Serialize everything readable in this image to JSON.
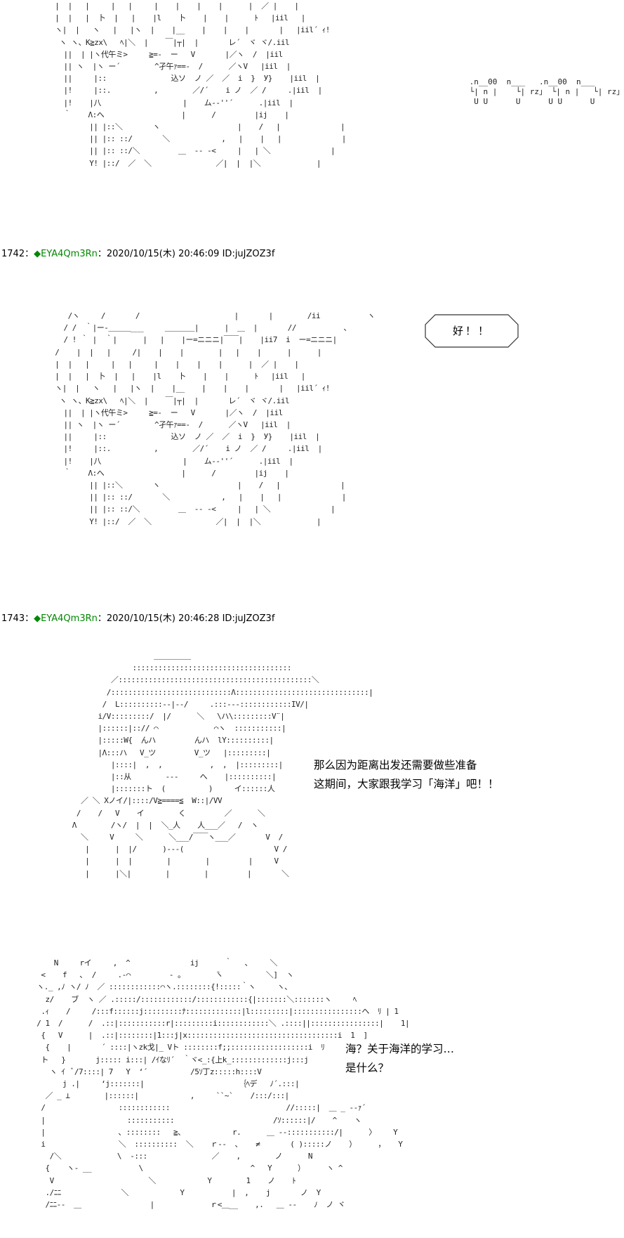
{
  "page": {
    "background": "#ffffff",
    "text_color": "#000000",
    "trip_color": "#008800"
  },
  "sfx_text": " .n__00  n___   .n__00  n___\n └| n |    └| rz」 └| n |   └| rz」\n  U U      U      U U      U",
  "posts": [
    {
      "number": "1742",
      "separator": "：",
      "marker": "◆",
      "trip": "EYA4Qm3Rn",
      "datetime": "：2020/10/15(木) 20:46:09",
      "id": "ID:juJZOZ3f",
      "speech_bubble": "好！！"
    },
    {
      "number": "1743",
      "separator": "：",
      "marker": "◆",
      "trip": "EYA4Qm3Rn",
      "datetime": "：2020/10/15(木) 20:46:28",
      "id": "ID:juJZOZ3f",
      "dialog_1": "那么因为距离出发还需要做些准备\n这期间，大家跟我学习「海洋」吧！！",
      "dialog_2": "海？关于海洋的学习…\n是什么？"
    }
  ],
  "art": {
    "top_fragment": "  |  |   |     |   |     |    |    |    |      |  ／ |    |\n  |  |   |  卜  |   |    |l    卜    |    |      ﾄ   |iil   |\n  ヽ|  |   ヽ   |   |ヽ  |    |__    |    |    |       |   |iil´ ｨ!\n   ヽ ヽ、K≧zx\\   ﾍ|＼  |    ￣|┬|  |       レ´  ヾ ヾ/.iil\n    ||  | |ヽ代午ミ>     ≧=-  ー   V       |／ヽ  /  |iil\n    || ヽ  |ヽ ー´        ^孑午ｧ==-  /      ／ヽV   |iil  |\n    ||     |::               込ソ  ノ ／  ／  i  }  У}    |iil  |\n    |!     |::.          ,        ／/´    i ノ  ／ /     .|iil  |\n    |!    |八                   |    ム-‐''´      .|iil  |\n    ｀    Λ:へ                  |      /         |ij    |\n          || |::＼       ヽ                  |    /   |              |\n          || |:: ::/       ＼            ,   |    |   |              |\n          || |:: ::/＼         ＿  -- ‐<     |   | ＼              |\n          Y! |::/  ／  ＼               ／|  |  |＼             |",
    "mid_fragment": "     /ヽ     /       /                      |       |        /ii           ヽ\n    / /  ｀|ー-＿＿＿___     ＿＿＿＿|      |  ＿  |       //           、\n    / ! ｀ |  ｀|      |   |    |ー=ニニニ|￣￣|    |ii7  i  ー=ニニニ|\n  /    |  |   |     /|    |    |        |   |    |      |      |",
    "third_head": "                         ＿＿＿＿＿\n                    :::::::::::::::::::::::::::::::::::::\n               ／:::::::::::::::::::::::::::::::::::::::::::::＼\n              /::::::::::::::::::::::::::::Λ:::::::::::::::::::::::::::::::|\n             /  L::::::::::--|--/     .:::---::::::::::::IV/|\n            i/V:::::::::/  |/      ＼   \\ハ\\:::::::::V¨|\n            |::::::|::// ⌒             ⌒ヽ  :::::::::::|\n            |:::::W{  んハ         んハ  lY::::::::::|\n            |Λ:::ハ   V_ツ         V_ツ   |:::::::::|\n               |::::|  ,  ,           ,  ,  |:::::::::|\n               |::从        ---     へ    |::::::::::|\n               |:::::::ト  (          )     イ::::::人\n        ／ ＼ Xノイ/|::::/V≧====≦  W::|/VV\n       /    /   V    イ        く         ／      ＼\n      Λ        /ヽ/  |  |  ＼_人    人___／   /  ヽ\n        ＼     V     ＼      ＼___/￣￣ヽ___／       V  /\n         |      |  |/      )---(                     V /\n         |      |  |        |        |         |     V\n         |      |＼|        |        |         |       ＼",
    "fourth_head": "      N     rイ     ,  ^              ij      ｀   ､     ＼\n   <    f   ､  /     .-⌒         ‐ ｡        ̄ヽ          ＼]  ヽ\n  ヽ._ ,ﾉ ヽ/ ﾉ  ／ ::::::::::::⌒ヽ.::::::::{!:::::｀ヽ     ヽ、\n    z/    ブ  ヽ ／ .:::::/::::::::::::/::::::::::::{|:::::::＼:::::::ヽ     ﾍ\n   .ｨ    /     /:::f::::::j:::::::::ﾅ:::::::::::::|l:::::::::|::::::::::::::::ヘ  ﾘ | 1\n  / 1  /      /  .::|:::::::::::r|:::::::::i::::::::::::＼ .::::||::::::::::::::::|    1|\n   {   V      |  .::|::::::::|1:::j|x:::::::::::::::::::::::::::::::::::i  1  ]\n    {    |       ´ ::::|ヽzk戈|_ Vト ::::::::f;;::::::::::::::::::i  ﾘ\n   ト   }       j::::: i:::| /ｲなﾘ´  ｀ヾ<_:{上k_:::::::::::::j:::j\n     ヽ ｲ  ﾞ/7::::| 7   Y  ‘´          /5ｿ丁z:::::h::::V\n        j .|     ‘j:::::::|                      ｛ﾍデ   ﾉ´.:::|\n    ／ _ ⊥        |::::::|            ,     ``~`    /:::/:::|\n   /                 ::::::::::::                           //:::::|  ＿ _ -‐ｧ´\n   |                   :::::::::::                       /ｿ::::::|/    ^    ヽ\n   |                 ､ ::::::::   ≧、           r.      ＿ -‐:::::::::::/|      〉    Y\n   i                 ＼  ::::::::::  ＼    ｒ‐‐  ､    ≠       ( ):::::ノ    ）     ，   Y\n     /＼             \\  ‐:::               ／    ,        ノ      N\n    {    ヽ‐ __           \\                         ^   Y      ）     ヽ ^\n     V                      ＼            Y        1    ノ    ﾄ\n    ./ﾆﾆ              ＼            Y           |  ,    j       ノ  Y\n    /ﾆﾆ--  ＿                |             ｒ<＿__    ,.   ＿ -‐    ﾉ  ノ ヾ"
  }
}
